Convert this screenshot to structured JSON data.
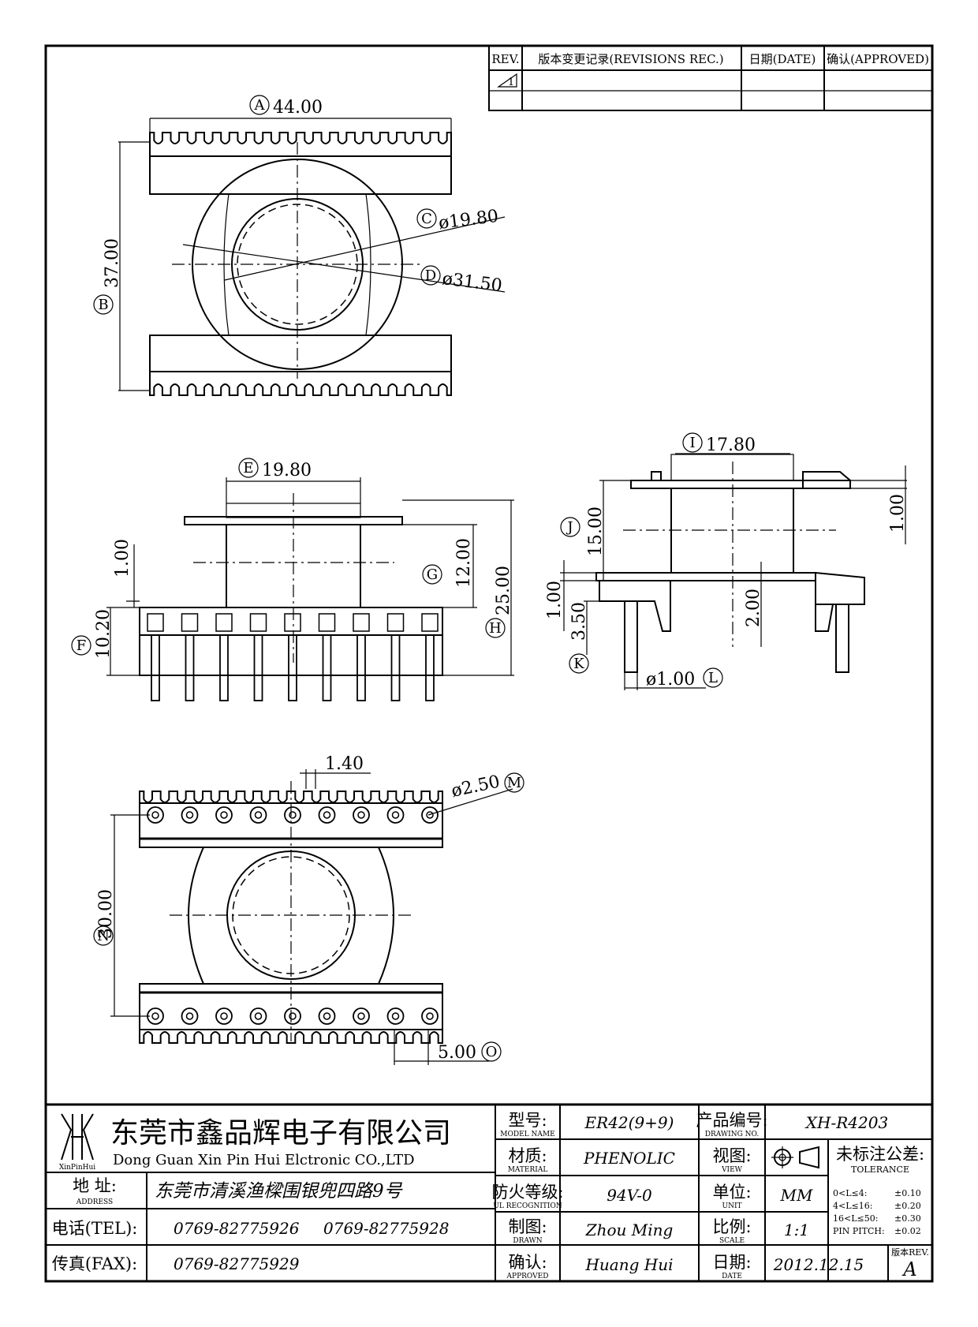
{
  "revisions": {
    "headers": [
      "REV.",
      "版本变更记录(REVISIONS REC.)",
      "日期(DATE)",
      "确认(APPROVED)"
    ],
    "rows": [
      [
        "1",
        "",
        "",
        ""
      ],
      [
        "",
        "",
        "",
        ""
      ]
    ]
  },
  "dimensions": {
    "A": {
      "letter": "A",
      "value": "44.00"
    },
    "B": {
      "letter": "B",
      "value": "37.00"
    },
    "C": {
      "letter": "C",
      "value": "ø19.80"
    },
    "D": {
      "letter": "D",
      "value": "ø31.50"
    },
    "E": {
      "letter": "E",
      "value": "19.80"
    },
    "F": {
      "letter": "F",
      "value": "10.20"
    },
    "G": {
      "letter": "G",
      "value": "12.00"
    },
    "H": {
      "letter": "H",
      "value": "25.00"
    },
    "I": {
      "letter": "I",
      "value": "17.80"
    },
    "J": {
      "letter": "J",
      "value": "15.00"
    },
    "K": {
      "letter": "K",
      "value": "3.50"
    },
    "L": {
      "letter": "L",
      "value": "ø1.00"
    },
    "M": {
      "letter": "M",
      "value": "ø2.50"
    },
    "N": {
      "letter": "N",
      "value": "30.00"
    },
    "O": {
      "letter": "O",
      "value": "5.00"
    },
    "front_flange": "1.00",
    "side_top_flange": "1.00",
    "side_base_flange": "1.00",
    "side_pin_offset": "2.00",
    "pin_slot": "1.40"
  },
  "title_block": {
    "company_cn": "东莞市鑫品辉电子有限公司",
    "company_en": "Dong Guan Xin Pin Hui Elctronic CO.,LTD",
    "logo_text": "XinPinHui",
    "address_label": "地 址:",
    "address_label_en": "ADDRESS",
    "address": "东莞市清溪渔樑围银兜四路9号",
    "tel_label": "电话(TEL):",
    "tel1": "0769-82775926",
    "tel2": "0769-82775928",
    "fax_label": "传真(FAX):",
    "fax": "0769-82775929",
    "model_label": "型号:",
    "model_label_en": "MODEL NAME",
    "model": "ER42(9+9)",
    "material_label": "材质:",
    "material_label_en": "MATERIAL",
    "material": "PHENOLIC",
    "ul_label": "防火等级:",
    "ul_label_en": "UL RECOGNITION",
    "ul": "94V-0",
    "drawn_label": "制图:",
    "drawn_label_en": "DRAWN",
    "drawn": "Zhou Ming",
    "approved_label": "确认:",
    "approved_label_en": "APPROVED",
    "approved": "Huang Hui",
    "drawing_no_label": "产品编号:",
    "drawing_no_label_en": "DRAWING NO.",
    "drawing_no": "XH-R4203",
    "view_label": "视图:",
    "view_label_en": "VIEW",
    "unit_label": "单位:",
    "unit_label_en": "UNIT",
    "unit": "MM",
    "scale_label": "比例:",
    "scale_label_en": "SCALE",
    "scale": "1:1",
    "date_label": "日期:",
    "date_label_en": "DATE",
    "date": "2012.12.15",
    "tolerance_title": "未标注公差:",
    "tolerance_title_en": "TOLERANCE",
    "tolerances": [
      {
        "range": "0<L≤4:",
        "value": "±0.10"
      },
      {
        "range": "4<L≤16:",
        "value": "±0.20"
      },
      {
        "range": "16<L≤50:",
        "value": "±0.30"
      },
      {
        "range": "PIN PITCH:",
        "value": "±0.02"
      }
    ],
    "rev_label": "版本REV.",
    "rev": "A"
  }
}
